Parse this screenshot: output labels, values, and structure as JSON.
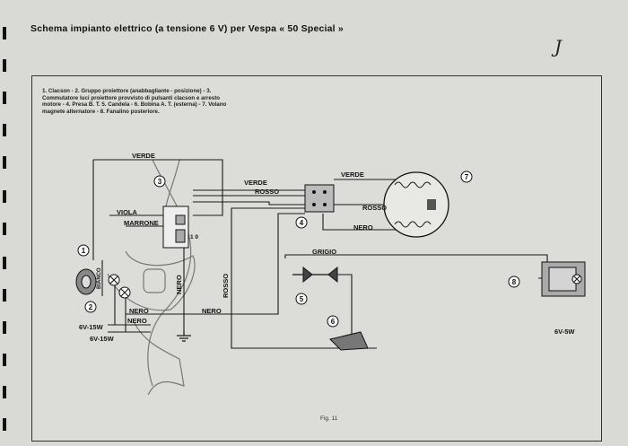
{
  "page": {
    "title": "Schema impianto elettrico (a tensione 6 V) per Vespa « 50 Special »",
    "corner_mark": "J",
    "figure_label": "Fig. 11"
  },
  "legend": {
    "text": "1. Clacson - 2. Gruppo proiettore (anabbagliante - posizione) - 3. Commutatore luci proiettore provvisto di pulsanti clacson e arresto motore - 4. Presa B. T. 5. Candela - 6. Bobina A. T. (esterna) - 7. Volano magnete alternatore - 8. Fanalino posteriore."
  },
  "wires": {
    "verde_top": "VERDE",
    "verde_mid": "VERDE",
    "rosso_mid": "ROSSO",
    "verde_right": "VERDE",
    "rosso_right": "ROSSO",
    "nero_right": "NERO",
    "viola": "VIOLA",
    "marrone": "MARRONE",
    "grigio": "GRIGIO",
    "rosso_vertical": "ROSSO",
    "nero_vertical": "NERO",
    "bianco": "BIANCO",
    "nero_bottom1": "NERO",
    "nero_bottom2": "NERO",
    "nero_bottom3": "NERO"
  },
  "lamps": {
    "lamp_a": "6V-15W",
    "lamp_b": "6V-15W",
    "lamp_rear": "6V-5W"
  },
  "switch_marks": {
    "on_off": "1 0"
  },
  "callouts": [
    "1",
    "2",
    "3",
    "4",
    "5",
    "6",
    "7",
    "8"
  ]
}
